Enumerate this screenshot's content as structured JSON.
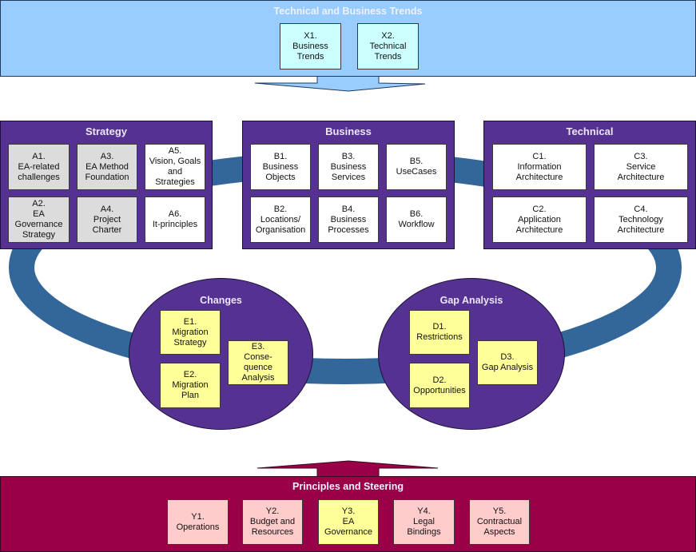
{
  "colors": {
    "trends_band": "#99ccff",
    "principles_band": "#990048",
    "panel": "#553191",
    "ring": "#336699",
    "box_white": "#ffffff",
    "box_grey": "#dcdcdc",
    "box_yellow": "#ffff99",
    "box_cyan": "#ccffff",
    "box_pink": "#ffcccc"
  },
  "trends": {
    "title": "Technical and Business Trends",
    "items": [
      {
        "label": "X1.\nBusiness\nTrends"
      },
      {
        "label": "X2.\nTechnical\nTrends"
      }
    ]
  },
  "strategy": {
    "title": "Strategy",
    "items": [
      {
        "label": "A1.\nEA-related\nchallenges",
        "color": "grey"
      },
      {
        "label": "A3.\nEA Method\nFoundation",
        "color": "grey"
      },
      {
        "label": "A5.\nVision, Goals\nand\nStrategies",
        "color": "white"
      },
      {
        "label": "A2.\nEA\nGovernance\nStrategy",
        "color": "grey"
      },
      {
        "label": "A4.\nProject\nCharter",
        "color": "grey"
      },
      {
        "label": "A6.\nIt-principles",
        "color": "white"
      }
    ]
  },
  "business": {
    "title": "Business",
    "items": [
      {
        "label": "B1.\nBusiness\nObjects"
      },
      {
        "label": "B3.\nBusiness\nServices"
      },
      {
        "label": "B5.\nUseCases"
      },
      {
        "label": "B2.\nLocations/\nOrganisation"
      },
      {
        "label": "B4.\nBusiness\nProcesses"
      },
      {
        "label": "B6.\nWorkflow"
      }
    ]
  },
  "technical": {
    "title": "Technical",
    "items": [
      {
        "label": "C1.\nInformation\nArchitecture"
      },
      {
        "label": "C3.\nService\nArchitecture"
      },
      {
        "label": "C2.\nApplication\nArchitecture"
      },
      {
        "label": "C4.\nTechnology\nArchitecture"
      }
    ]
  },
  "changes": {
    "title": "Changes",
    "items": [
      {
        "label": "E1.\nMigration\nStrategy"
      },
      {
        "label": "E2.\nMigration\nPlan"
      },
      {
        "label": "E3.\nConse-\nquence\nAnalysis"
      }
    ]
  },
  "gap": {
    "title": "Gap Analysis",
    "items": [
      {
        "label": "D1.\nRestrictions"
      },
      {
        "label": "D2.\nOpportunities"
      },
      {
        "label": "D3.\nGap Analysis"
      }
    ]
  },
  "principles": {
    "title": "Principles and Steering",
    "items": [
      {
        "label": "Y1.\nOperations",
        "color": "pink"
      },
      {
        "label": "Y2.\nBudget and\nResources",
        "color": "pink"
      },
      {
        "label": "Y3.\nEA\nGovernance",
        "color": "yellow"
      },
      {
        "label": "Y4.\nLegal\nBindings",
        "color": "pink"
      },
      {
        "label": "Y5.\nContractual\nAspects",
        "color": "pink"
      }
    ]
  }
}
